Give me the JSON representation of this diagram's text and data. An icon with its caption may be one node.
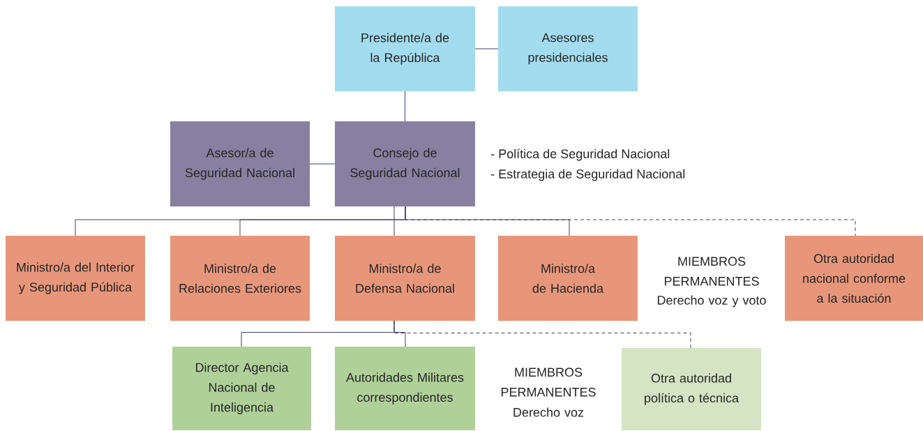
{
  "diagram": {
    "nodes": [
      {
        "text": [
          "Presidente/a de la República"
        ]
      },
      {
        "text": [
          "Asesores presidenciales"
        ]
      },
      {
        "text": [
          "Asesor/a de Seguridad Nacional"
        ]
      },
      {
        "text": [
          "Consejo de Seguridad Nacional"
        ],
        "beside": [
          "- Política de Seguridad Nacional",
          "- Estrategia de Seguridad Nacional"
        ]
      },
      {
        "text": [
          "Ministro/a del Interior y Seguridad Pública"
        ]
      },
      {
        "text": [
          "Ministro/a de Relaciones Exteriores"
        ]
      },
      {
        "text": [
          "Ministro/a de Defensa Nacional"
        ]
      },
      {
        "text": [
          "Ministro/a de Hacienda"
        ]
      },
      {
        "text": [
          "Otra autoridad nacional conforme a la situación"
        ]
      },
      {
        "text": [
          "Director Agencia Nacional de Inteligencia"
        ]
      },
      {
        "text": [
          "Autoridades Militares correspondientes"
        ]
      },
      {
        "text": [
          "Otra autoridad política o técnica"
        ]
      }
    ],
    "edges": [
      {
        "from": 0,
        "to": 1,
        "arrow": "none"
      },
      {
        "from": 0,
        "to": 3,
        "arrow": "none"
      },
      {
        "from": 2,
        "to": 3,
        "arrow": "none"
      },
      {
        "from": 3,
        "to": 4,
        "arrow": "none"
      },
      {
        "from": 3,
        "to": 5,
        "arrow": "none"
      },
      {
        "from": 3,
        "to": 6,
        "arrow": "none"
      },
      {
        "from": 3,
        "to": 7,
        "arrow": "none"
      },
      {
        "from": 3,
        "to": 8,
        "arrow": "none",
        "style": "dashed"
      },
      {
        "from": 6,
        "to": 9,
        "arrow": "none"
      },
      {
        "from": 6,
        "to": 10,
        "arrow": "none"
      },
      {
        "from": 6,
        "to": 11,
        "arrow": "none",
        "style": "dashed"
      }
    ],
    "labels": [
      "MIEMBROS PERMANENTES",
      "Derecho voz y voto",
      "MIEMBROS PERMANENTES",
      "Derecho voz"
    ]
  }
}
